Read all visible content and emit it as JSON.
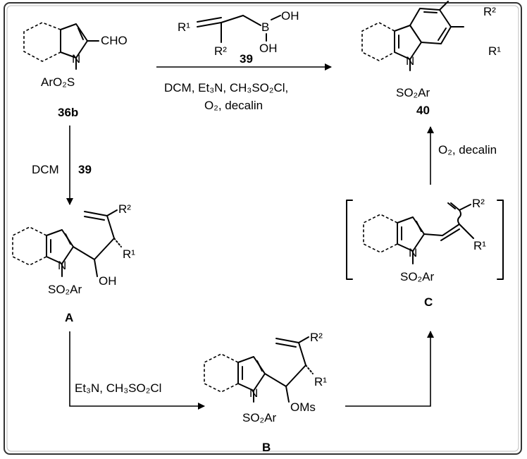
{
  "compounds": {
    "start": {
      "id": "36b",
      "cho": "CHO",
      "n": "N",
      "aro2s": "ArO₂S"
    },
    "product": {
      "id": "40",
      "n": "N",
      "r1": "R¹",
      "r2": "R²",
      "so2ar": "SO₂Ar"
    },
    "reagent": {
      "id": "39",
      "r1": "R¹",
      "r2": "R²",
      "b": "B",
      "oh_top": "OH",
      "oh_bottom": "OH"
    },
    "intermediate_a": {
      "id": "A",
      "n": "N",
      "oh": "OH",
      "r1": "R¹",
      "r2": "R²",
      "so2ar": "SO₂Ar"
    },
    "intermediate_b": {
      "id": "B",
      "n": "N",
      "oms": "OMs",
      "r1": "R¹",
      "r2": "R²",
      "so2ar": "SO₂Ar"
    },
    "intermediate_c": {
      "id": "C",
      "n": "N",
      "r1": "R¹",
      "r2": "R²",
      "so2ar": "SO₂Ar"
    }
  },
  "conditions": {
    "top_line1": "DCM, Et₃N, CH₃SO₂Cl,",
    "top_line2": "O₂, decalin",
    "left": "DCM",
    "left_id": "39",
    "bottom": "Et₃N, CH₃SO₂Cl",
    "right": "O₂, decalin"
  }
}
